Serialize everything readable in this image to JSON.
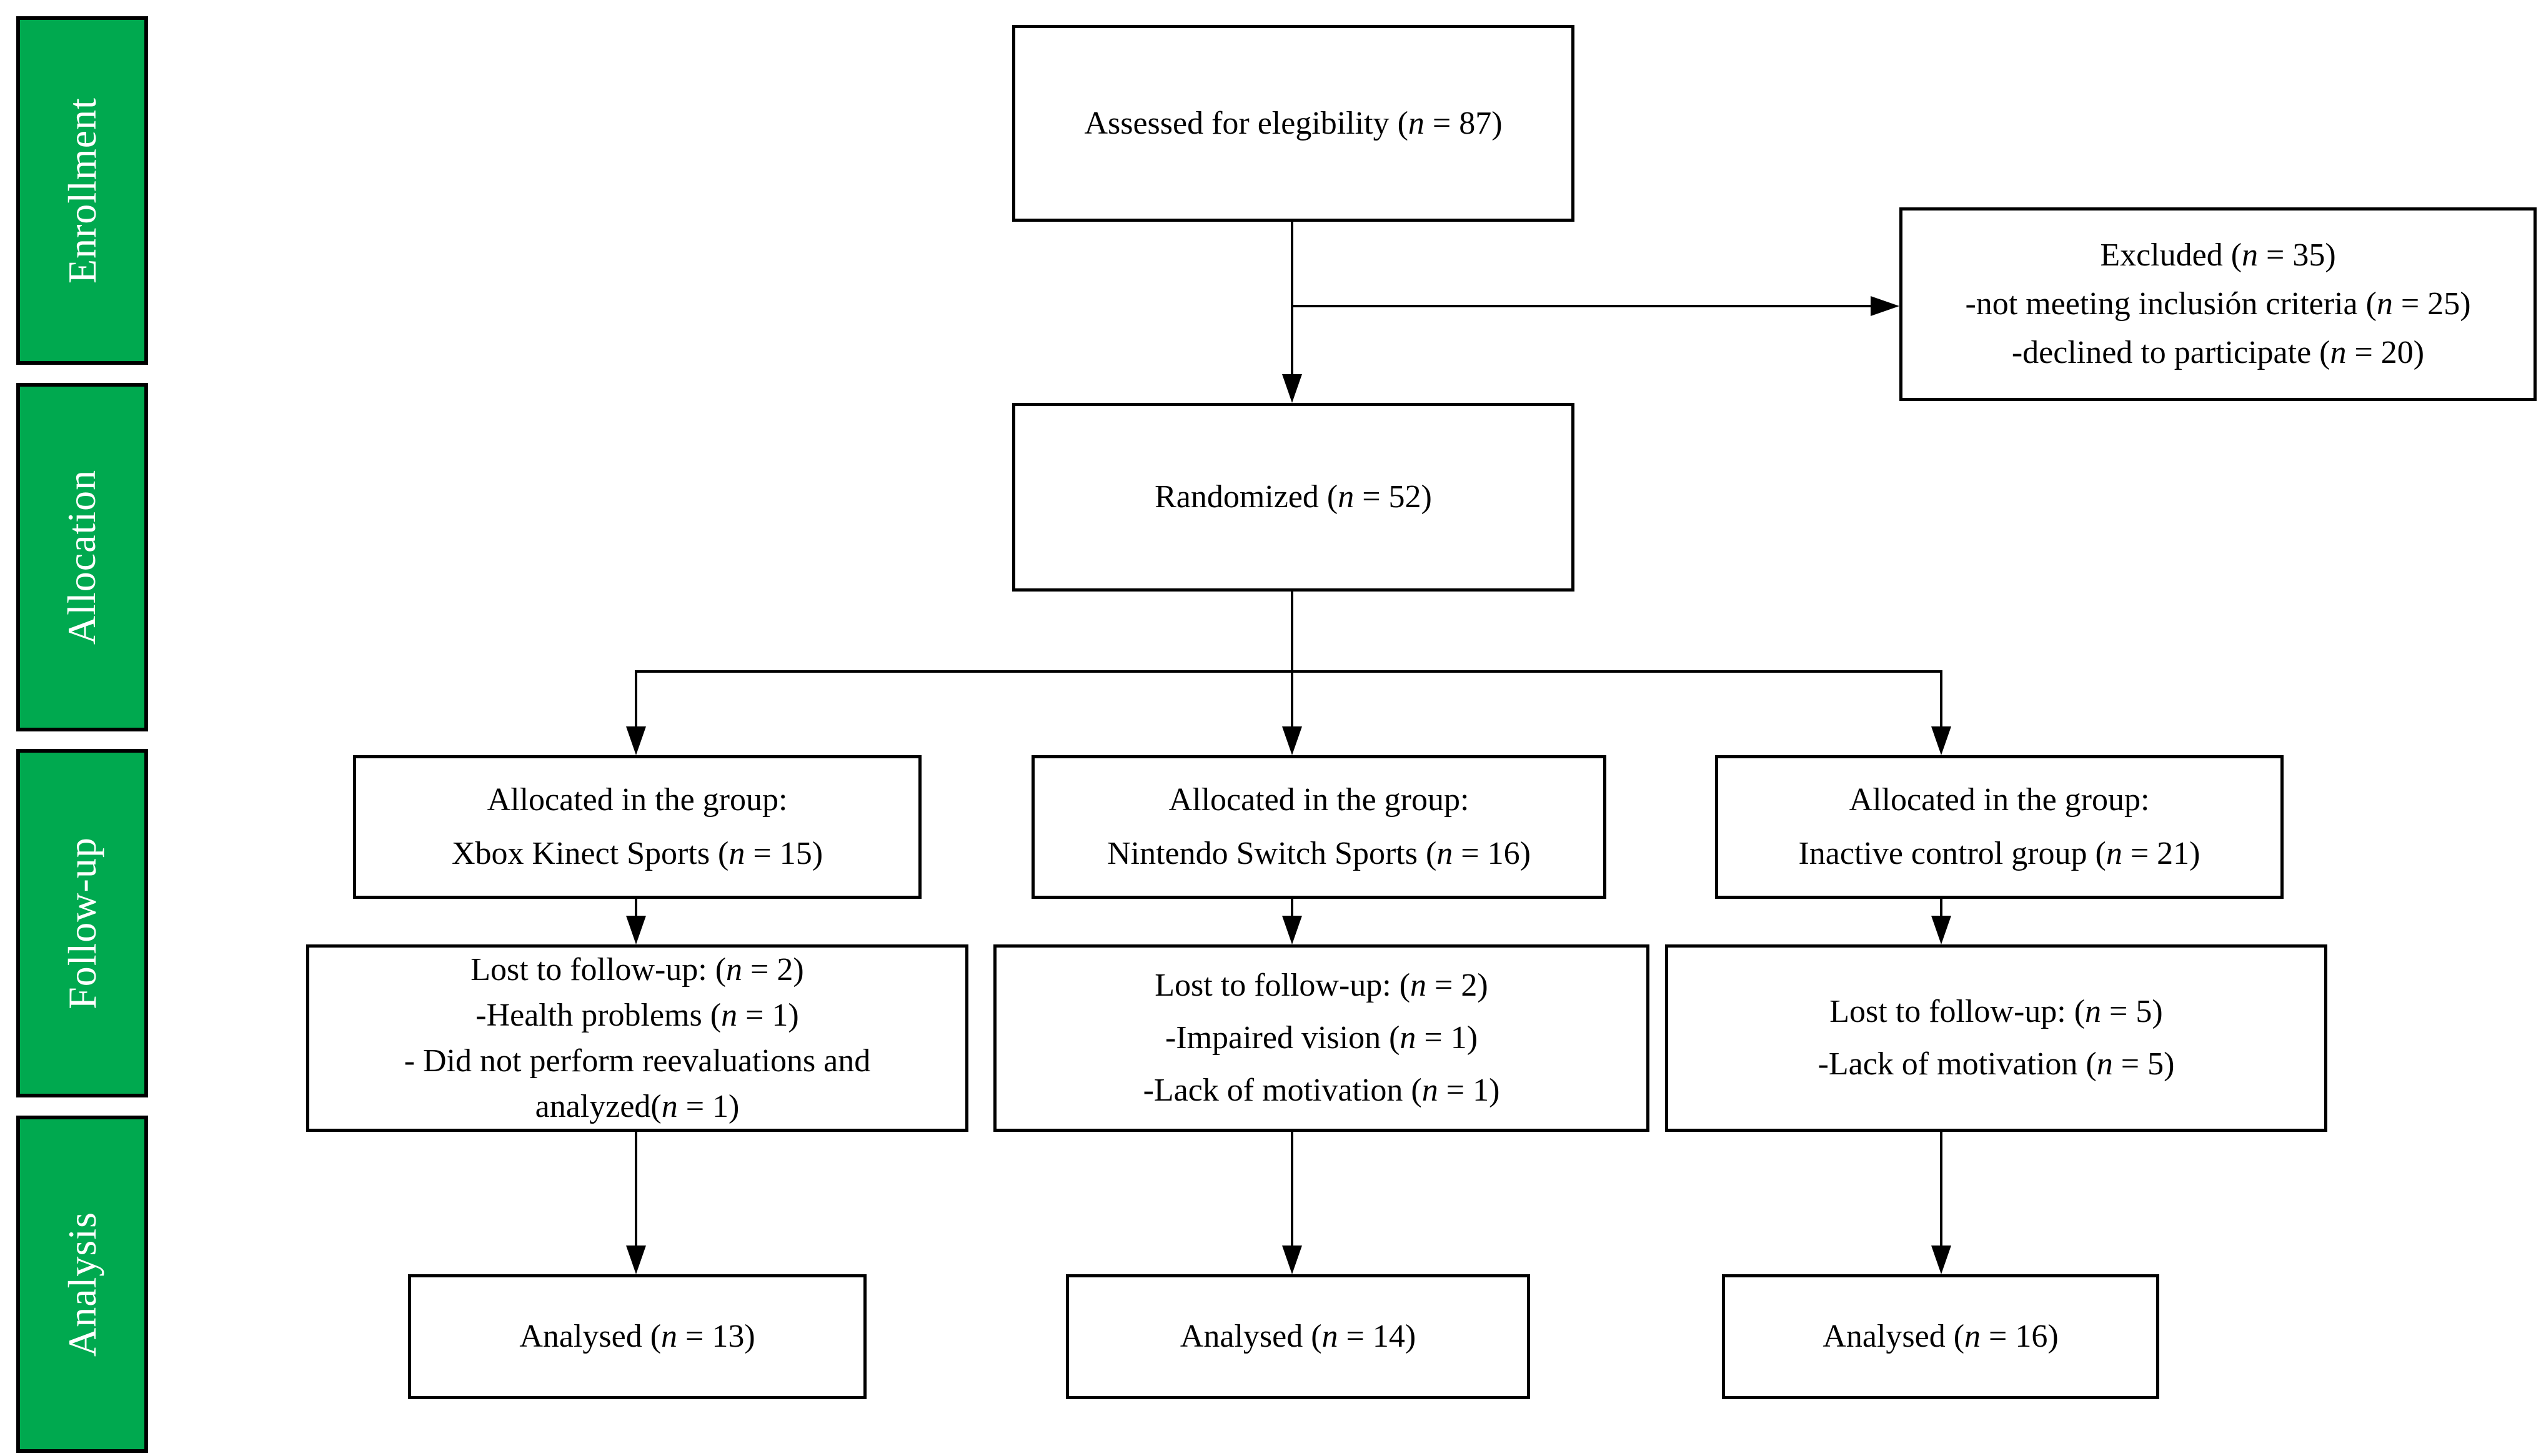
{
  "diagram": {
    "title": "CONSORT participant flow diagram",
    "colors": {
      "stage_fill": "#00A94F",
      "stage_text": "#FFFFFF",
      "box_border": "#000000",
      "line_color": "#000000"
    },
    "stages": [
      {
        "label": "Enrollment"
      },
      {
        "label": "Allocation"
      },
      {
        "label": "Follow-up"
      },
      {
        "label": "Analysis"
      }
    ],
    "boxes": {
      "assessed": {
        "lines": [
          "Assessed for elegibility (n = 87)"
        ]
      },
      "excluded": {
        "lines": [
          "Excluded (n = 35)",
          "-not meeting inclusión criteria (n = 25)",
          "-declined to participate (n = 20)"
        ]
      },
      "randomized": {
        "lines": [
          "Randomized (n = 52)"
        ]
      },
      "alloc_xbox": {
        "lines": [
          "Allocated in the group:",
          "Xbox Kinect Sports (n = 15)"
        ]
      },
      "alloc_nintendo": {
        "lines": [
          "Allocated in the group:",
          "Nintendo Switch Sports (n = 16)"
        ]
      },
      "alloc_control": {
        "lines": [
          "Allocated in the group:",
          "Inactive control group (n = 21)"
        ]
      },
      "lost_xbox": {
        "lines": [
          "Lost to follow-up: (n = 2)",
          "-Health problems (n = 1)",
          "- Did not perform reevaluations and",
          "analyzed(n = 1)"
        ]
      },
      "lost_nintendo": {
        "lines": [
          "Lost to follow-up: (n = 2)",
          "-Impaired vision (n = 1)",
          "-Lack of motivation (n = 1)"
        ]
      },
      "lost_control": {
        "lines": [
          "Lost to follow-up: (n = 5)",
          "-Lack of motivation (n = 5)"
        ]
      },
      "analysed_xbox": {
        "lines": [
          "Analysed (n = 13)"
        ]
      },
      "analysed_nintendo": {
        "lines": [
          "Analysed (n = 14)"
        ]
      },
      "analysed_control": {
        "lines": [
          "Analysed (n = 16)"
        ]
      }
    }
  }
}
